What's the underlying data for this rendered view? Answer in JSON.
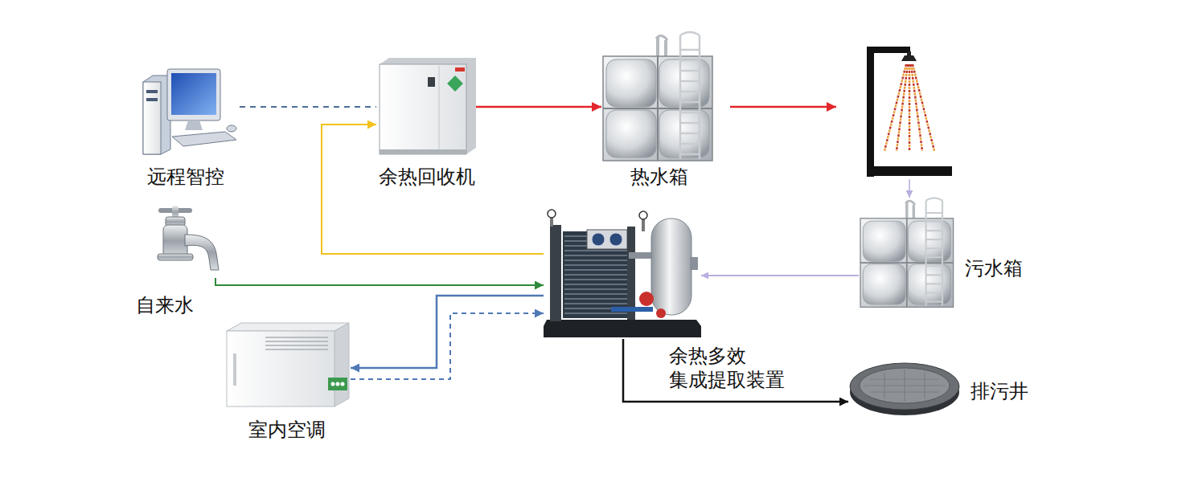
{
  "diagram": {
    "nodes": [
      {
        "text": [
          "远程智控"
        ]
      },
      {
        "text": [
          "余热回收机"
        ]
      },
      {
        "text": [
          "热水箱"
        ]
      },
      {
        "text": [
          "自来水"
        ]
      },
      {
        "text": [
          "污水箱"
        ]
      },
      {
        "text": [
          "余热多效 集成提取装置"
        ]
      },
      {
        "text": [
          "室内空调"
        ]
      },
      {
        "text": [
          "排污井"
        ]
      }
    ],
    "edges": [
      {
        "from": 0,
        "to": 1,
        "arrow": "none"
      },
      {
        "from": 1,
        "to": 2,
        "arrow": "to"
      },
      {
        "from": 4,
        "to": 5,
        "arrow": "to"
      },
      {
        "from": 3,
        "to": 5,
        "arrow": "to"
      },
      {
        "from": 5,
        "to": 1,
        "arrow": "to"
      },
      {
        "from": 5,
        "to": 6,
        "arrow": "to"
      },
      {
        "from": 6,
        "to": 5,
        "arrow": "to"
      },
      {
        "from": 5,
        "to": 7,
        "arrow": "to"
      }
    ]
  }
}
